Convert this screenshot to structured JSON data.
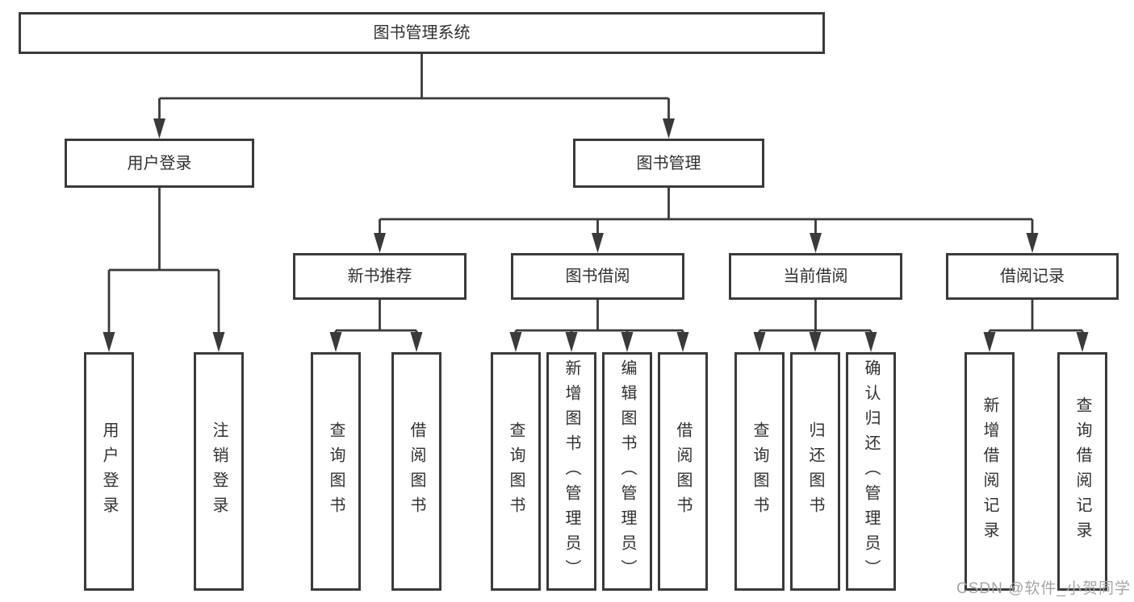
{
  "diagram": {
    "title": "图书管理系统",
    "line_color": "#3a3a3a",
    "text_color": "#303030",
    "box_fill": "#ffffff",
    "watermark": "CSDN @软件_小贺同学",
    "nodes": [
      {
        "id": "root",
        "label": "图书管理系统",
        "parent": null,
        "vertical": false
      },
      {
        "id": "user-login",
        "label": "用户登录",
        "parent": "root",
        "vertical": false
      },
      {
        "id": "book-mgmt",
        "label": "图书管理",
        "parent": "root",
        "vertical": false
      },
      {
        "id": "login",
        "label": "用户登录",
        "parent": "user-login",
        "vertical": true
      },
      {
        "id": "logout",
        "label": "注销登录",
        "parent": "user-login",
        "vertical": true
      },
      {
        "id": "new-book-rec",
        "label": "新书推荐",
        "parent": "book-mgmt",
        "vertical": false
      },
      {
        "id": "book-borrow",
        "label": "图书借阅",
        "parent": "book-mgmt",
        "vertical": false
      },
      {
        "id": "current-borrow",
        "label": "当前借阅",
        "parent": "book-mgmt",
        "vertical": false
      },
      {
        "id": "borrow-records",
        "label": "借阅记录",
        "parent": "book-mgmt",
        "vertical": false
      },
      {
        "id": "nbr-query",
        "label": "查询图书",
        "parent": "new-book-rec",
        "vertical": true
      },
      {
        "id": "nbr-borrow",
        "label": "借阅图书",
        "parent": "new-book-rec",
        "vertical": true
      },
      {
        "id": "bb-query",
        "label": "查询图书",
        "parent": "book-borrow",
        "vertical": true
      },
      {
        "id": "bb-add",
        "label": "新增图书（管理员）",
        "parent": "book-borrow",
        "vertical": true
      },
      {
        "id": "bb-edit",
        "label": "编辑图书（管理员）",
        "parent": "book-borrow",
        "vertical": true
      },
      {
        "id": "bb-borrow",
        "label": "借阅图书",
        "parent": "book-borrow",
        "vertical": true
      },
      {
        "id": "cb-query",
        "label": "查询图书",
        "parent": "current-borrow",
        "vertical": true
      },
      {
        "id": "cb-return",
        "label": "归还图书",
        "parent": "current-borrow",
        "vertical": true
      },
      {
        "id": "cb-confirm",
        "label": "确认归还（管理员）",
        "parent": "current-borrow",
        "vertical": true
      },
      {
        "id": "br-add",
        "label": "新增借阅记录",
        "parent": "borrow-records",
        "vertical": true
      },
      {
        "id": "br-query",
        "label": "查询借阅记录",
        "parent": "borrow-records",
        "vertical": true
      }
    ]
  }
}
